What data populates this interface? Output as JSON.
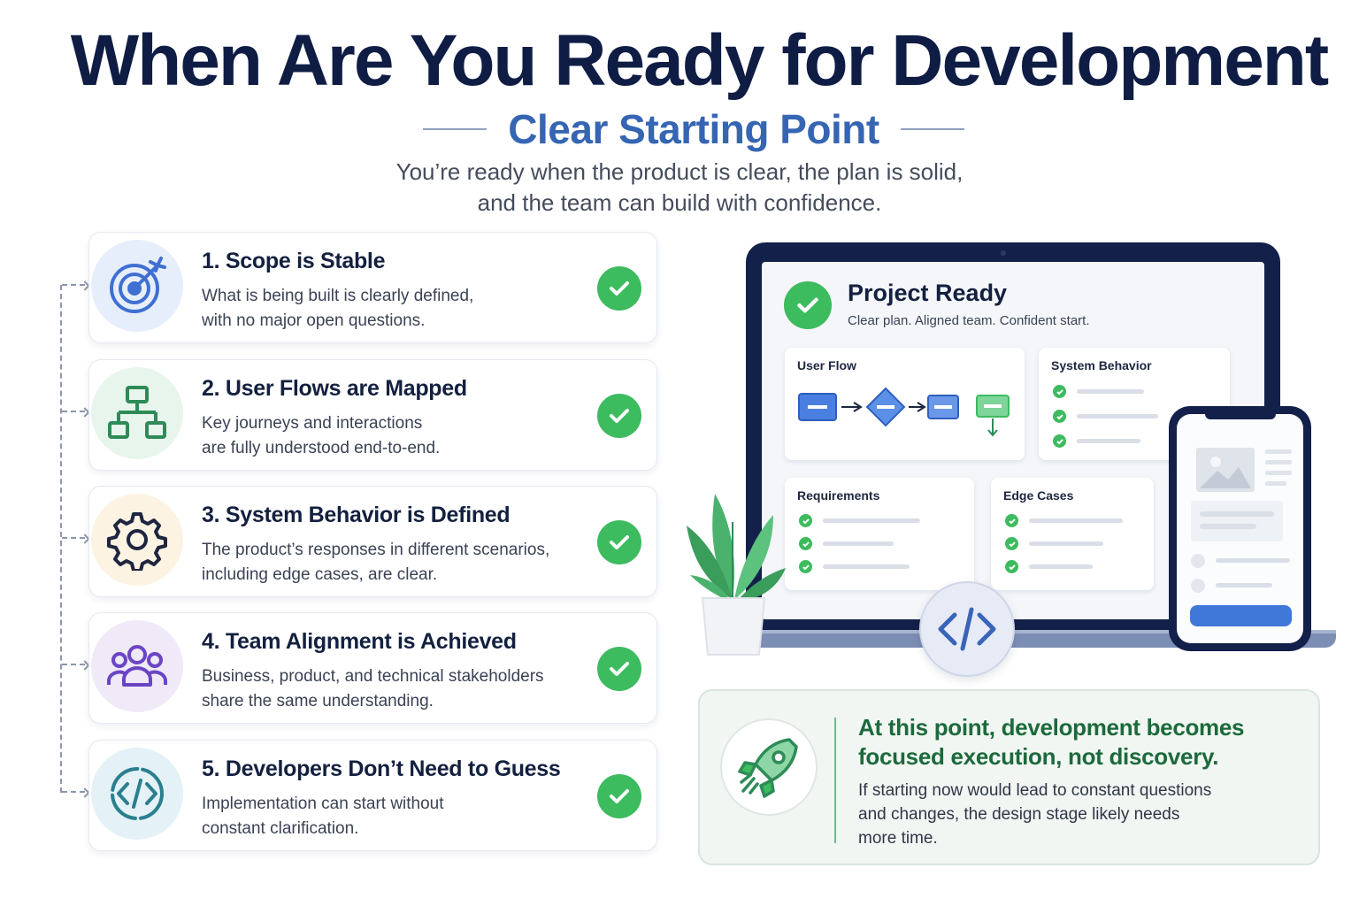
{
  "header": {
    "title": "When Are You Ready for Development",
    "subtitle": "Clear Starting Point",
    "intro_lines": [
      "You’re ready when the product is clear, the plan is solid,",
      "and the team can build with confidence."
    ]
  },
  "steps": [
    {
      "title": "1. Scope is Stable",
      "lines": [
        "What is being built is clearly defined,",
        "with no major open questions."
      ],
      "icon": "target-icon",
      "checked": true
    },
    {
      "title": "2. User Flows are Mapped",
      "lines": [
        "Key journeys and interactions",
        "are fully understood end-to-end."
      ],
      "icon": "flow-chart-icon",
      "checked": true
    },
    {
      "title": "3. System Behavior is Defined",
      "lines": [
        "The product’s responses in different scenarios,",
        "including edge cases, are clear."
      ],
      "icon": "gear-icon",
      "checked": true
    },
    {
      "title": "4. Team Alignment is Achieved",
      "lines": [
        "Business, product, and technical stakeholders",
        "share the same understanding."
      ],
      "icon": "team-icon",
      "checked": true
    },
    {
      "title": "5. Developers Don’t Need to Guess",
      "lines": [
        "Implementation can start without",
        "constant clarification."
      ],
      "icon": "code-icon",
      "checked": true
    }
  ],
  "dashboard": {
    "title": "Project Ready",
    "subtitle": "Clear plan. Aligned team. Confident start.",
    "panels": {
      "user_flow": "User Flow",
      "system_behavior": "System Behavior",
      "requirements": "Requirements",
      "edge_cases": "Edge Cases"
    }
  },
  "callout": {
    "headline_lines": [
      "At this point, development becomes",
      "focused execution, not discovery."
    ],
    "body_lines": [
      "If starting now would lead to constant questions",
      "and changes, the design stage likely needs",
      "more time."
    ],
    "icon": "rocket-icon"
  },
  "colors": {
    "title": "#0f1d45",
    "subtitle": "#3665b3",
    "check": "#3dbb5f",
    "callout_heading": "#1c6a3b",
    "device_frame": "#13214a"
  }
}
